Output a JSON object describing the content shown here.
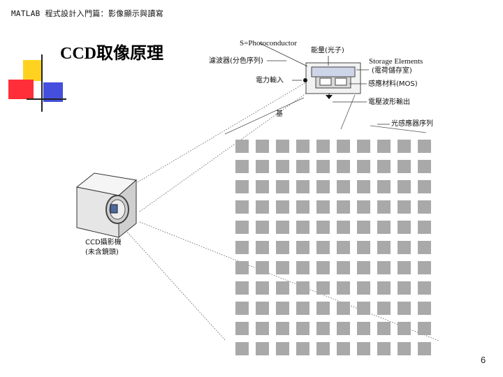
{
  "header": {
    "text": "MATLAB 程式設計入門篇：影像顯示與讀寫"
  },
  "slide": {
    "title": "CCD取像原理",
    "page_number": "6"
  },
  "diagram": {
    "photoconductor_label": "S=Photoconductor",
    "energy_label": "能量(光子)",
    "filter_label": "濾波器(分色序列)",
    "storage_label": "Storage Elements",
    "storage_sub_label": "(電荷儲存室)",
    "power_input_label": "電力輸入",
    "mos_label": "感應材料(MOS)",
    "voltage_output_label": "電壓波形輸出",
    "base_label": "基",
    "sensor_array_label": "光感應器序列",
    "camera_label_1": "CCD攝影機",
    "camera_label_2": "(未含鏡頭)",
    "grid_rows": 11,
    "grid_cols": 10
  }
}
